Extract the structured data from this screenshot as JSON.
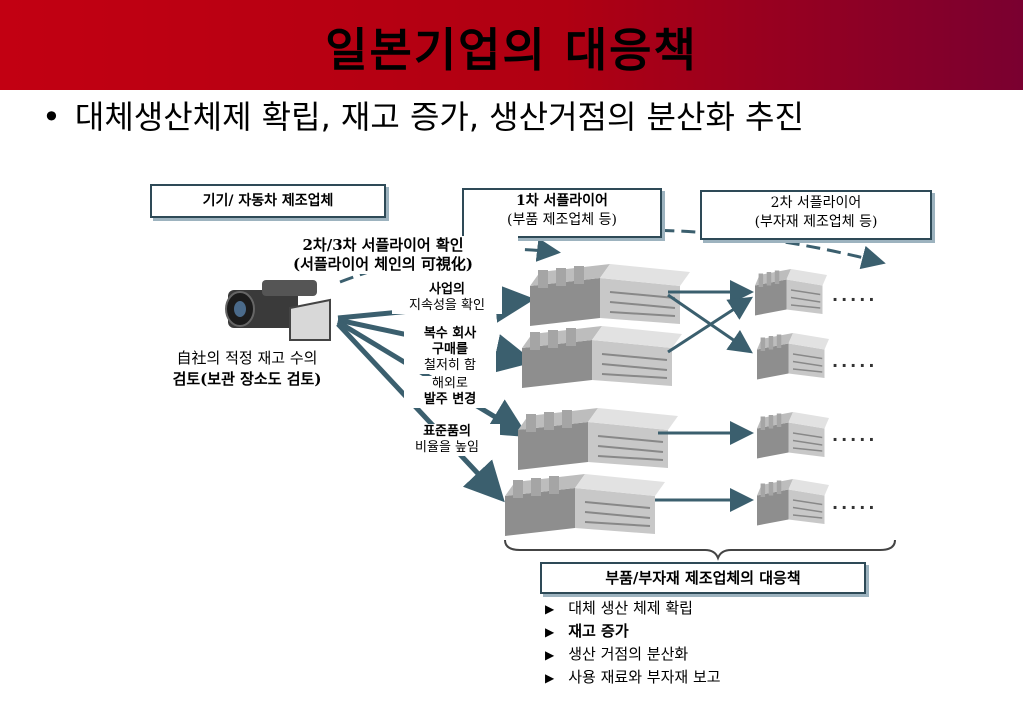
{
  "slide": {
    "title": "일본기업의 대응책",
    "bullet": "대체생산체제 확립, 재고 증가, 생산거점의 분산화 추진"
  },
  "diagram": {
    "maker_box": "기기/ 자동차 제조업체",
    "tier1_box": {
      "line1": "1차 서플라이어",
      "line2": "(부품 제조업체 등)"
    },
    "tier2_box": {
      "line1": "2차 서플라이어",
      "line2": "(부자재 제조업체 등)"
    },
    "visibility": {
      "line1": "2차/3차 서플라이어 확인",
      "line2": "(서플라이어 체인의 可視化)"
    },
    "inventory": {
      "line1": "自社의 적정 재고 수의",
      "line2": "검토(보관 장소도 검토)"
    },
    "arrow_labels": [
      {
        "line1": "사업의",
        "line2": "지속성을 확인"
      },
      {
        "line1": "복수 회사",
        "line2": "구매를",
        "line3": "철저히 함"
      },
      {
        "line1": "해외로",
        "line2": "발주 변경"
      },
      {
        "line1": "표준품의",
        "line2": "비율을 높임"
      }
    ],
    "dots": "·····",
    "response_title": "부품/부자재 제조업체의 대응책",
    "response_items": [
      "대체 생산 체제 확립",
      "재고 증가",
      "생산 거점의 분산화",
      "사용 재료와 부자재 보고"
    ],
    "colors": {
      "title_red": "#c20012",
      "arrow_teal": "#3b5f6e",
      "box_border": "#2e4a57"
    }
  }
}
